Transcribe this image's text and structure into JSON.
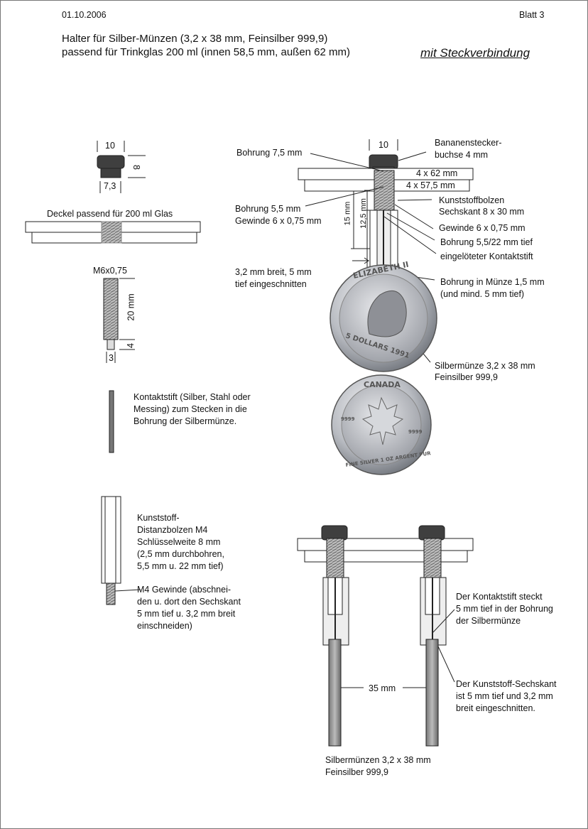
{
  "header": {
    "date": "01.10.2006",
    "sheet": "Blatt 3",
    "title_line1": "Halter für Silber-Münzen (3,2 x 38 mm, Feinsilber 999,9)",
    "title_line2": "passend für Trinkglas 200 ml (innen 58,5 mm, außen 62 mm)",
    "subtitle": "mit Steckverbindung"
  },
  "left": {
    "cap_width": "10",
    "cap_height": "8",
    "cap_bottom": "7,3",
    "lid_label": "Deckel passend für 200 ml Glas",
    "thread_label": "M6x0,75",
    "thread_length": "20 mm",
    "tip_length": "4",
    "tip_diameter": "3",
    "pin_label": [
      "Kontaktstift (Silber, Stahl oder",
      "Messing) zum Stecken in die",
      "Bohrung der Silbermünze."
    ],
    "standoff_label": [
      "Kunststoff-",
      "Distanzbolzen M4",
      "Schlüsselweite 8 mm",
      "(2,5 mm durchbohren,",
      "5,5 mm u.  22 mm tief)"
    ],
    "m4_label": [
      "M4 Gewinde (abschnei-",
      "den u. dort den Sechskant",
      "5 mm tief u. 3,2 mm breit",
      "einschneiden)"
    ]
  },
  "right": {
    "cap_width": "10",
    "banana_label": [
      "Bananenstecker-",
      "buchse 4 mm"
    ],
    "bore_75": "Bohrung 7,5 mm",
    "plate_62": "4 x 62 mm",
    "plate_575": "4 x 57,5 mm",
    "bolt_label": [
      "Kunststoffbolzen",
      "Sechskant 8 x 30 mm"
    ],
    "bore_55": [
      "Bohrung 5,5 mm",
      "Gewinde 6 x 0,75 mm"
    ],
    "dim_15": "15 mm",
    "dim_125": "12,5 mm",
    "thread_label": "Gewinde 6 x 0,75 mm",
    "bore_deep": "Bohrung 5,5/22 mm tief",
    "soldered_pin": "eingelöteter Kontaktstift",
    "slot_label": [
      "3,2 mm breit, 5 mm",
      "tief eingeschnitten"
    ],
    "coin_bore": [
      "Bohrung in Münze 1,5 mm",
      "(und mind.  5 mm tief)"
    ],
    "coin_label": [
      "Silbermünze 3,2 x 38 mm",
      "Feinsilber 999,9"
    ],
    "coin_front_text": [
      "ELIZABETH II",
      "5 DOLLARS 1991"
    ],
    "coin_back_text": [
      "CANADA",
      "FINE SILVER 1 OZ ARGENT PUR",
      "9999",
      "9999"
    ]
  },
  "bottom": {
    "pin_note": [
      "Der Kontaktstift steckt",
      "5 mm tief in der Bohrung",
      "der Silbermünze"
    ],
    "hex_note": [
      "Der Kunststoff-Sechskant",
      "ist 5 mm tief und 3,2 mm",
      "breit eingeschnitten."
    ],
    "distance": "35 mm",
    "coins_label": [
      "Silbermünzen 3,2 x 38 mm",
      "Feinsilber 999,9"
    ]
  }
}
